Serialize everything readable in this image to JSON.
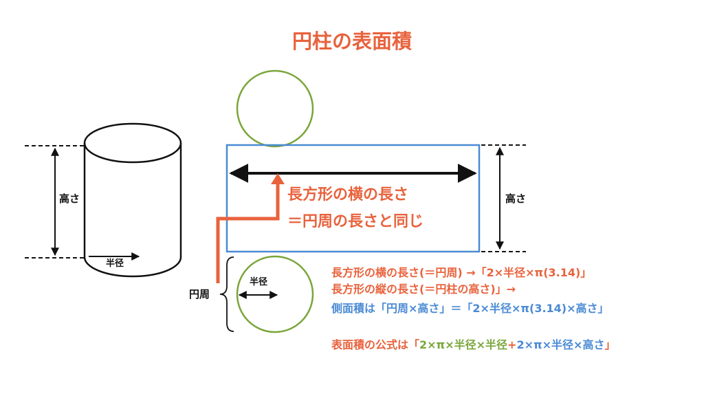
{
  "title": "円柱の表面積",
  "labels": {
    "height_left": "高さ",
    "height_right": "高さ",
    "radius_cylinder": "半径",
    "radius_circle": "半径",
    "circumference": "円周"
  },
  "callout": {
    "line1": "長方形の横の長さ",
    "line2": "＝円周の長さと同じ"
  },
  "notes": {
    "line1": "長方形の横の長さ(＝円周) →「2×半径×π(3.14)」",
    "line2": "長方形の縦の長さ(＝円柱の高さ)」→",
    "line3": "側面積は「円周×高さ」＝「2×半径×π(3.14)×高さ」",
    "formula": {
      "prefix": "表面積の公式は「",
      "part_circles": "2×π×半径×半径",
      "plus": "+",
      "part_side": "2×π×半径×高さ",
      "suffix": "」"
    }
  },
  "colors": {
    "accent_orange": "#e8623c",
    "circle_green": "#7aa53a",
    "rect_blue": "#4a8ad4",
    "ink": "#111111"
  }
}
